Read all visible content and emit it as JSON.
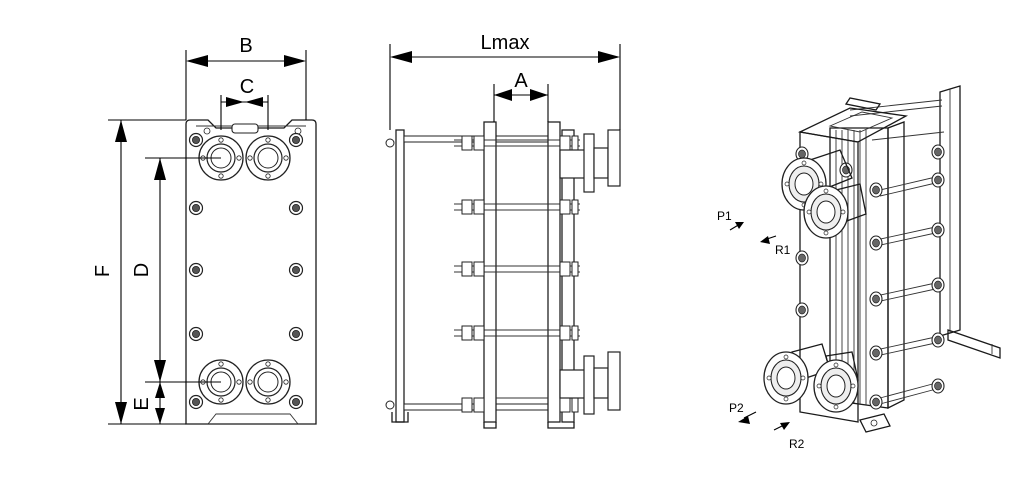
{
  "front_view": {
    "labels": {
      "B": "B",
      "C": "C",
      "F": "F",
      "D": "D",
      "E": "E"
    }
  },
  "side_view": {
    "labels": {
      "Lmax": "Lmax",
      "A": "A"
    }
  },
  "iso_view": {
    "labels": {
      "P1": "P1",
      "R1": "R1",
      "P2": "P2",
      "R2": "R2"
    }
  }
}
